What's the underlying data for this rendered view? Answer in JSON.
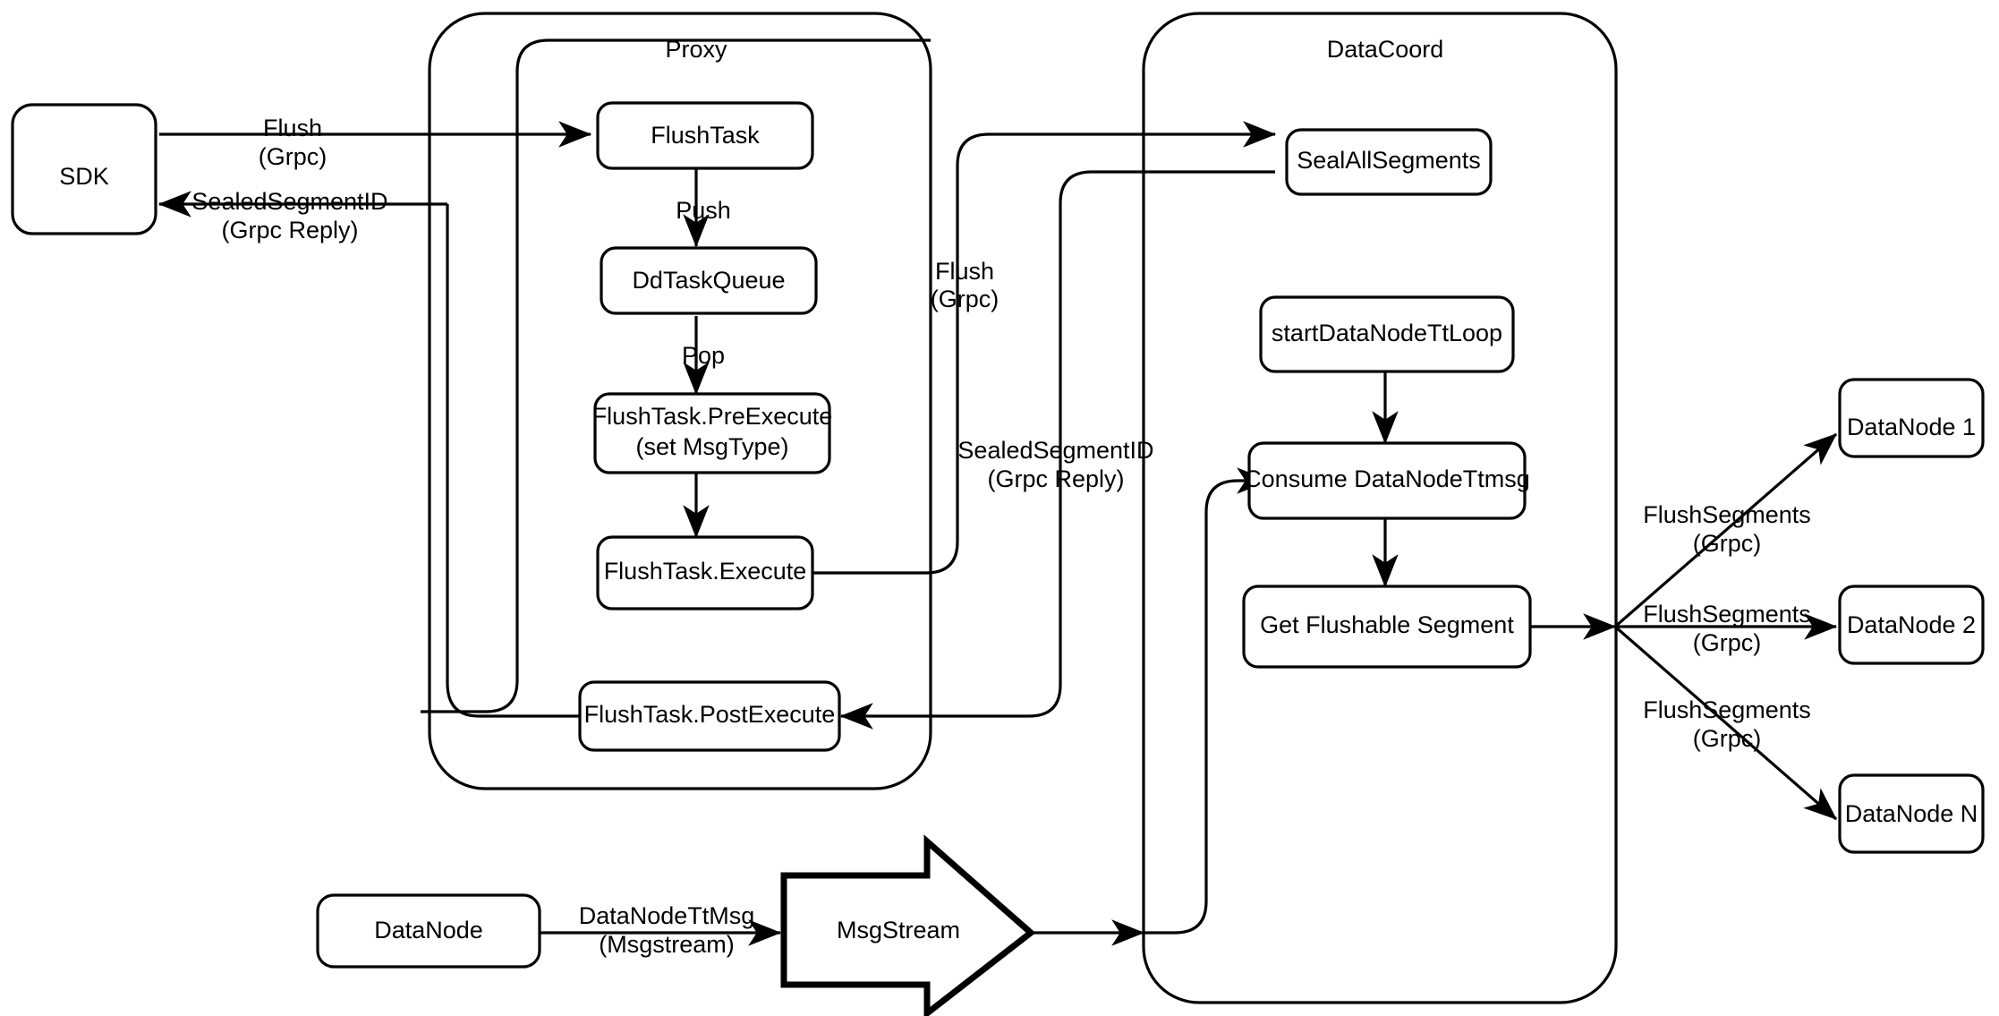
{
  "diagram": {
    "title": "Milvus Flush Sequence",
    "type": "flowchart",
    "stroke_color": "#000000",
    "fill_color": "#ffffff",
    "background": "#ffffff"
  },
  "containers": [
    {
      "id": "proxy",
      "label": "Proxy"
    },
    {
      "id": "datacoord",
      "label": "DataCoord"
    }
  ],
  "nodes": {
    "sdk": "SDK",
    "flush_task": "FlushTask",
    "dd_task_queue": "DdTaskQueue",
    "pre_execute_line1": "FlushTask.PreExecute",
    "pre_execute_line2": "(set MsgType)",
    "execute": "FlushTask.Execute",
    "post_execute": "FlushTask.PostExecute",
    "seal_all_segments": "SealAllSegments",
    "start_tt_loop": "startDataNodeTtLoop",
    "consume_ttmsg": "Consume DataNodeTtmsg",
    "get_flushable": "Get Flushable Segment",
    "datanode_1": "DataNode 1",
    "datanode_2": "DataNode 2",
    "datanode_n": "DataNode N",
    "datanode_src": "DataNode",
    "msgstream": "MsgStream"
  },
  "edge_labels": {
    "sdk_to_proxy_l1": "Flush",
    "sdk_to_proxy_l2": "(Grpc)",
    "proxy_to_sdk_l1": "SealedSegmentID",
    "proxy_to_sdk_l2": "(Grpc Reply)",
    "push": "Push",
    "pop": "Pop",
    "proxy_to_coord_l1": "Flush",
    "proxy_to_coord_l2": "(Grpc)",
    "coord_to_proxy_l1": "SealedSegmentID",
    "coord_to_proxy_l2": "(Grpc Reply)",
    "ttmsg_l1": "DataNodeTtMsg",
    "ttmsg_l2": "(Msgstream)",
    "flushseg1_l1": "FlushSegments",
    "flushseg1_l2": "(Grpc)",
    "flushseg2_l1": "FlushSegments",
    "flushseg2_l2": "(Grpc)",
    "flushseg3_l1": "FlushSegments",
    "flushseg3_l2": "(Grpc)"
  }
}
